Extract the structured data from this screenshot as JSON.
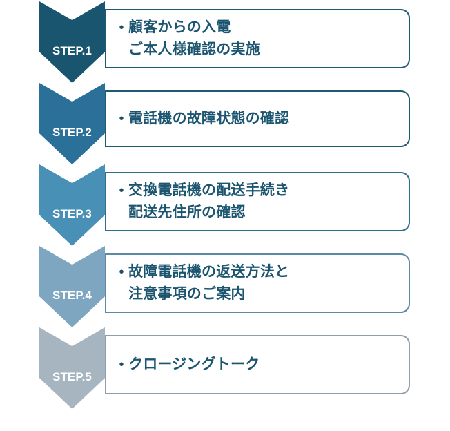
{
  "diagram": {
    "type": "chevron-step-flow",
    "orientation": "vertical",
    "step_count": 5,
    "background_color": "#ffffff",
    "text_color": "#1b5570",
    "bullet_glyph": "•",
    "steps": [
      {
        "label": "STEP.1",
        "chevron_color": "#1a5570",
        "box_border_color": "#1f5a75",
        "lines": [
          "顧客からの入電",
          "ご本人様確認の実施"
        ]
      },
      {
        "label": "STEP.2",
        "chevron_color": "#2a7099",
        "box_border_color": "#1f5a75",
        "lines": [
          "電話機の故障状態の確認"
        ]
      },
      {
        "label": "STEP.3",
        "chevron_color": "#4890b6",
        "box_border_color": "#2c6f8e",
        "lines": [
          "交換電話機の配送手続き",
          "配送先住所の確認"
        ]
      },
      {
        "label": "STEP.4",
        "chevron_color": "#7ea6c1",
        "box_border_color": "#5c89a6",
        "lines": [
          "故障電話機の返送方法と",
          "注意事項のご案内"
        ]
      },
      {
        "label": "STEP.5",
        "chevron_color": "#a7b5c1",
        "box_border_color": "#8f9ea9",
        "lines": [
          "クロージングトーク"
        ]
      }
    ]
  },
  "layout": {
    "chevron_tops": [
      2,
      120,
      238,
      356,
      474
    ],
    "chevron_label_tops": [
      64,
      182,
      300,
      418,
      536
    ],
    "box_tops": [
      13,
      131,
      249,
      367,
      485
    ],
    "box_heights": [
      86,
      82,
      86,
      86,
      86
    ]
  }
}
